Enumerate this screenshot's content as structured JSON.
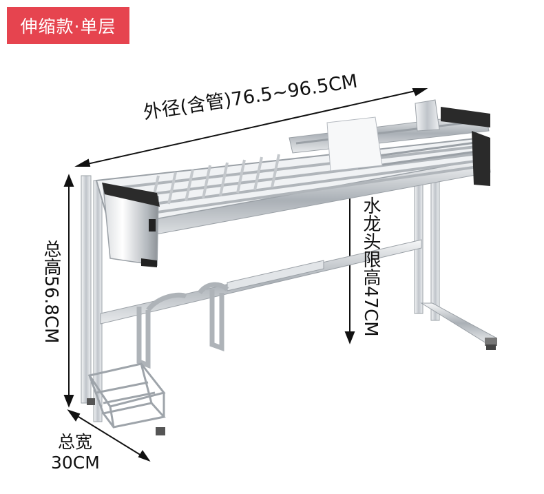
{
  "badge": {
    "text": "伸缩款·单层",
    "color": "#e6444f"
  },
  "dimensions": {
    "outer_width": "外径(含管)76.5~96.5CM",
    "total_height": "总高56.8CM",
    "faucet_limit": "水龙头限高47CM",
    "depth_label": "总宽",
    "depth_value": "30CM"
  },
  "colors": {
    "steel_light": "#e9ecef",
    "steel_mid": "#b9bec4",
    "steel_dark": "#6f757b",
    "holder_black": "#222222"
  }
}
